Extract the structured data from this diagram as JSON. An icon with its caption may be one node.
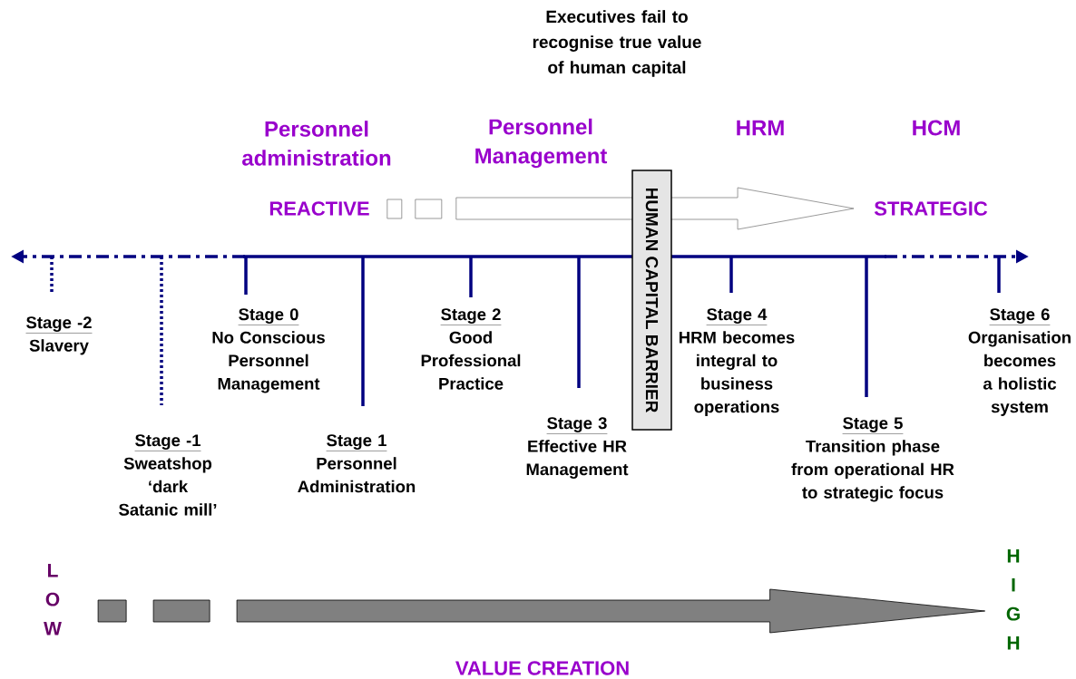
{
  "diagram": {
    "nodes": [
      {
        "text": [
          "HUMAN CAPITAL BARRIER"
        ]
      },
      {
        "text": [
          "REACTIVE"
        ]
      },
      {
        "text": [
          "STRATEGIC"
        ]
      },
      {
        "text": [
          "LOW"
        ]
      },
      {
        "text": [
          "HIGH"
        ]
      }
    ],
    "edges": [
      {
        "from": 1,
        "to": 2,
        "arrow": "to",
        "color": "#ffffff"
      },
      {
        "from": 3,
        "to": 4,
        "arrow": "to",
        "color": "#808080"
      }
    ],
    "labels": [
      "Executives fail to recognise true value of human capital",
      "Personnel administration",
      "Personnel Management",
      "HRM",
      "HCM",
      "Stage -2",
      "Slavery",
      "Stage -1",
      "Sweatshop ‘dark Satanic mill’",
      "Stage 0",
      "No Conscious Personnel Management",
      "Stage 1",
      "Personnel Administration",
      "Stage 2",
      "Good Professional Practice",
      "Stage 3",
      "Effective HR Management",
      "Stage 4",
      "HRM becomes integral to business operations",
      "Stage 5",
      "Transition phase from operational HR to strategic focus",
      "Stage 6",
      "Organisation becomes a holistic system",
      "VALUE CREATION"
    ]
  }
}
